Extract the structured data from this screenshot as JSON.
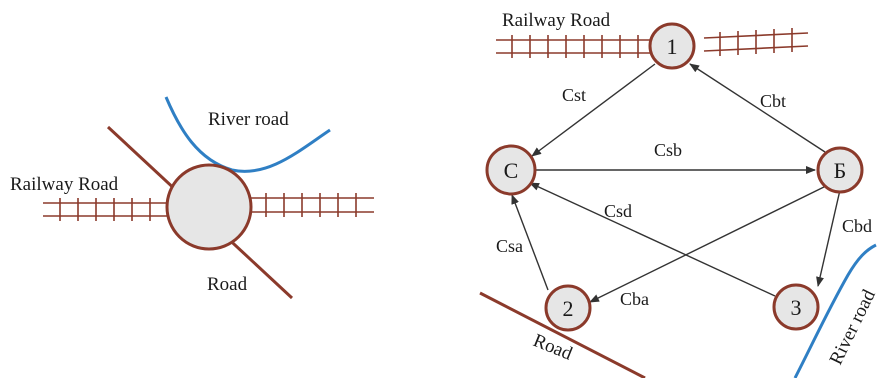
{
  "left_diagram": {
    "labels": {
      "river": "River road",
      "railway": "Railway Road",
      "road": "Road"
    }
  },
  "right_diagram": {
    "labels": {
      "railway": "Railway Road",
      "road": "Road",
      "river": "River road"
    },
    "nodes": {
      "n1": "1",
      "c": "C",
      "b": "Б",
      "n2": "2",
      "n3": "3"
    },
    "edges": {
      "cst": "Cst",
      "cbt": "Cbt",
      "csb": "Csb",
      "csd": "Csd",
      "cbd": "Cbd",
      "csa": "Csa",
      "cba": "Cba"
    }
  },
  "colors": {
    "rail": "#8b3a2b",
    "road": "#8b3a2b",
    "river": "#2f7fc4",
    "node_fill": "#e6e6e6",
    "node_stroke": "#8b3a2b",
    "arrow": "#333333"
  }
}
